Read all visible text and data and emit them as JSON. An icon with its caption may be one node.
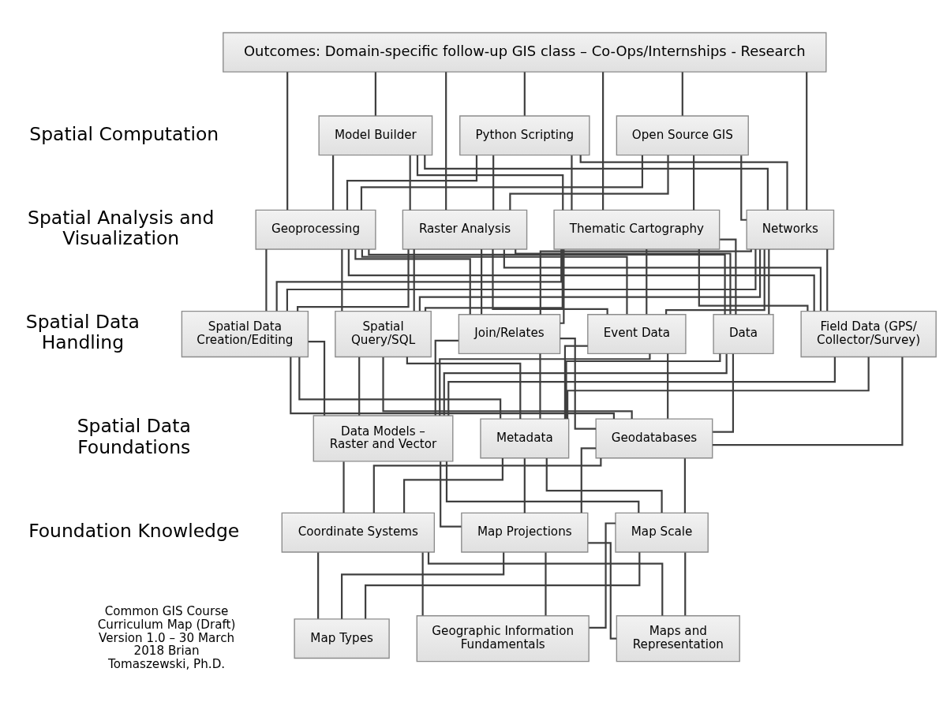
{
  "diagram": {
    "nodes": [
      {
        "text": [
          "Outcomes: Domain-specific follow-up GIS class – Co-Ops/Internships - Research"
        ]
      },
      {
        "text": [
          "Model Builder"
        ]
      },
      {
        "text": [
          "Python Scripting"
        ]
      },
      {
        "text": [
          "Open Source GIS"
        ]
      },
      {
        "text": [
          "Geoprocessing"
        ]
      },
      {
        "text": [
          "Raster Analysis"
        ]
      },
      {
        "text": [
          "Thematic Cartography"
        ]
      },
      {
        "text": [
          "Networks"
        ]
      },
      {
        "text": [
          "Spatial Data Creation/Editing"
        ]
      },
      {
        "text": [
          "Spatial Query/SQL"
        ]
      },
      {
        "text": [
          "Join/Relates"
        ]
      },
      {
        "text": [
          "Event Data"
        ]
      },
      {
        "text": [
          "Data"
        ]
      },
      {
        "text": [
          "Field Data (GPS/ Collector/Survey)"
        ]
      },
      {
        "text": [
          "Data Models – Raster and Vector"
        ]
      },
      {
        "text": [
          "Metadata"
        ]
      },
      {
        "text": [
          "Geodatabases"
        ]
      },
      {
        "text": [
          "Coordinate Systems"
        ]
      },
      {
        "text": [
          "Map Projections"
        ]
      },
      {
        "text": [
          "Map Scale"
        ]
      },
      {
        "text": [
          "Map Types"
        ]
      },
      {
        "text": [
          "Geographic Information Fundamentals"
        ]
      },
      {
        "text": [
          "Maps and Representation"
        ]
      }
    ],
    "edges": [
      {
        "from": 0,
        "to": 1,
        "arrow": "none"
      },
      {
        "from": 0,
        "to": 2,
        "arrow": "none"
      },
      {
        "from": 0,
        "to": 3,
        "arrow": "none"
      },
      {
        "from": 1,
        "to": 4,
        "arrow": "none"
      },
      {
        "from": 1,
        "to": 5,
        "arrow": "none"
      },
      {
        "from": 1,
        "to": 6,
        "arrow": "none"
      },
      {
        "from": 1,
        "to": 7,
        "arrow": "none"
      },
      {
        "from": 0,
        "to": 4,
        "arrow": "none"
      },
      {
        "from": 0,
        "to": 5,
        "arrow": "none"
      },
      {
        "from": 0,
        "to": 6,
        "arrow": "none"
      },
      {
        "from": 0,
        "to": 7,
        "arrow": "none"
      },
      {
        "from": 2,
        "to": 4,
        "arrow": "none"
      },
      {
        "from": 2,
        "to": 5,
        "arrow": "none"
      },
      {
        "from": 2,
        "to": 6,
        "arrow": "none"
      },
      {
        "from": 2,
        "to": 7,
        "arrow": "none"
      },
      {
        "from": 3,
        "to": 4,
        "arrow": "none"
      },
      {
        "from": 3,
        "to": 5,
        "arrow": "none"
      },
      {
        "from": 3,
        "to": 6,
        "arrow": "none"
      },
      {
        "from": 3,
        "to": 7,
        "arrow": "none"
      },
      {
        "from": 4,
        "to": 8,
        "arrow": "none"
      },
      {
        "from": 4,
        "to": 9,
        "arrow": "none"
      },
      {
        "from": 4,
        "to": 10,
        "arrow": "none"
      },
      {
        "from": 4,
        "to": 11,
        "arrow": "none"
      },
      {
        "from": 4,
        "to": 12,
        "arrow": "none"
      },
      {
        "from": 4,
        "to": 13,
        "arrow": "none"
      },
      {
        "from": 5,
        "to": 8,
        "arrow": "none"
      },
      {
        "from": 5,
        "to": 9,
        "arrow": "none"
      },
      {
        "from": 5,
        "to": 10,
        "arrow": "none"
      },
      {
        "from": 5,
        "to": 11,
        "arrow": "none"
      },
      {
        "from": 5,
        "to": 12,
        "arrow": "none"
      },
      {
        "from": 5,
        "to": 13,
        "arrow": "none"
      },
      {
        "from": 6,
        "to": 8,
        "arrow": "none"
      },
      {
        "from": 6,
        "to": 9,
        "arrow": "none"
      },
      {
        "from": 6,
        "to": 10,
        "arrow": "none"
      },
      {
        "from": 6,
        "to": 11,
        "arrow": "none"
      },
      {
        "from": 6,
        "to": 12,
        "arrow": "none"
      },
      {
        "from": 6,
        "to": 13,
        "arrow": "none"
      },
      {
        "from": 7,
        "to": 8,
        "arrow": "none"
      },
      {
        "from": 7,
        "to": 9,
        "arrow": "none"
      },
      {
        "from": 7,
        "to": 10,
        "arrow": "none"
      },
      {
        "from": 7,
        "to": 11,
        "arrow": "none"
      },
      {
        "from": 7,
        "to": 12,
        "arrow": "none"
      },
      {
        "from": 7,
        "to": 13,
        "arrow": "none"
      },
      {
        "from": 8,
        "to": 14,
        "arrow": "none"
      },
      {
        "from": 8,
        "to": 15,
        "arrow": "none"
      },
      {
        "from": 8,
        "to": 16,
        "arrow": "none"
      },
      {
        "from": 9,
        "to": 14,
        "arrow": "none"
      },
      {
        "from": 9,
        "to": 15,
        "arrow": "none"
      },
      {
        "from": 9,
        "to": 16,
        "arrow": "none"
      },
      {
        "from": 10,
        "to": 14,
        "arrow": "none"
      },
      {
        "from": 10,
        "to": 15,
        "arrow": "none"
      },
      {
        "from": 10,
        "to": 16,
        "arrow": "none"
      },
      {
        "from": 11,
        "to": 14,
        "arrow": "none"
      },
      {
        "from": 11,
        "to": 15,
        "arrow": "none"
      },
      {
        "from": 11,
        "to": 16,
        "arrow": "none"
      },
      {
        "from": 12,
        "to": 14,
        "arrow": "none"
      },
      {
        "from": 12,
        "to": 15,
        "arrow": "none"
      },
      {
        "from": 12,
        "to": 16,
        "arrow": "none"
      },
      {
        "from": 13,
        "to": 14,
        "arrow": "none"
      },
      {
        "from": 13,
        "to": 15,
        "arrow": "none"
      },
      {
        "from": 13,
        "to": 16,
        "arrow": "none"
      },
      {
        "from": 14,
        "to": 17,
        "arrow": "none"
      },
      {
        "from": 14,
        "to": 18,
        "arrow": "none"
      },
      {
        "from": 14,
        "to": 19,
        "arrow": "none"
      },
      {
        "from": 15,
        "to": 17,
        "arrow": "none"
      },
      {
        "from": 15,
        "to": 18,
        "arrow": "none"
      },
      {
        "from": 15,
        "to": 19,
        "arrow": "none"
      },
      {
        "from": 16,
        "to": 17,
        "arrow": "none"
      },
      {
        "from": 16,
        "to": 18,
        "arrow": "none"
      },
      {
        "from": 16,
        "to": 19,
        "arrow": "none"
      },
      {
        "from": 17,
        "to": 20,
        "arrow": "none"
      },
      {
        "from": 17,
        "to": 21,
        "arrow": "none"
      },
      {
        "from": 17,
        "to": 22,
        "arrow": "none"
      },
      {
        "from": 18,
        "to": 20,
        "arrow": "none"
      },
      {
        "from": 18,
        "to": 21,
        "arrow": "none"
      },
      {
        "from": 18,
        "to": 22,
        "arrow": "none"
      },
      {
        "from": 19,
        "to": 20,
        "arrow": "none"
      },
      {
        "from": 19,
        "to": 21,
        "arrow": "none"
      },
      {
        "from": 19,
        "to": 22,
        "arrow": "none"
      }
    ],
    "labels": [
      "Spatial Computation",
      "Spatial Analysis and Visualization",
      "Spatial Data Handling",
      "Spatial Data Foundations",
      "Foundation Knowledge",
      "Common GIS Course Curriculum Map (Draft) Version 1.0 – 30 March 2018 Brian Tomaszewski, Ph.D."
    ]
  }
}
